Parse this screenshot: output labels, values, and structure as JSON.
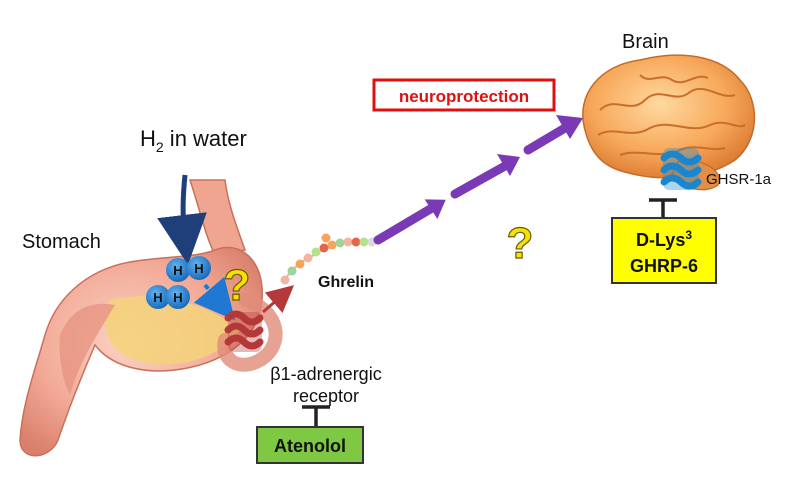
{
  "labels": {
    "h2_water_h": "H",
    "h2_water_sub": "2",
    "h2_water_rest": " in water",
    "stomach": "Stomach",
    "ghrelin": "Ghrelin",
    "brain": "Brain",
    "ghsr": "GHSR-1a",
    "beta1_line1": "β1-adrenergic",
    "beta1_line2": "receptor",
    "question": "?",
    "h_atom": "H"
  },
  "boxes": {
    "neuroprotection": "neuroprotection",
    "atenolol": "Atenolol",
    "dlys_line1_main": "D-Lys",
    "dlys_line1_sup": "3",
    "dlys_line2": "GHRP-6"
  },
  "colors": {
    "neuro_border": "#e01010",
    "neuro_text": "#e01010",
    "atenolol_fill": "#7ec843",
    "dlys_fill": "#ffff00",
    "purple_arrow": "#7a3ab5",
    "h2_molecule": "#1e7fd0",
    "question_mark": "#f7e100",
    "receptor_red": "#b5383a",
    "receptor_blue": "#1a86cf"
  }
}
